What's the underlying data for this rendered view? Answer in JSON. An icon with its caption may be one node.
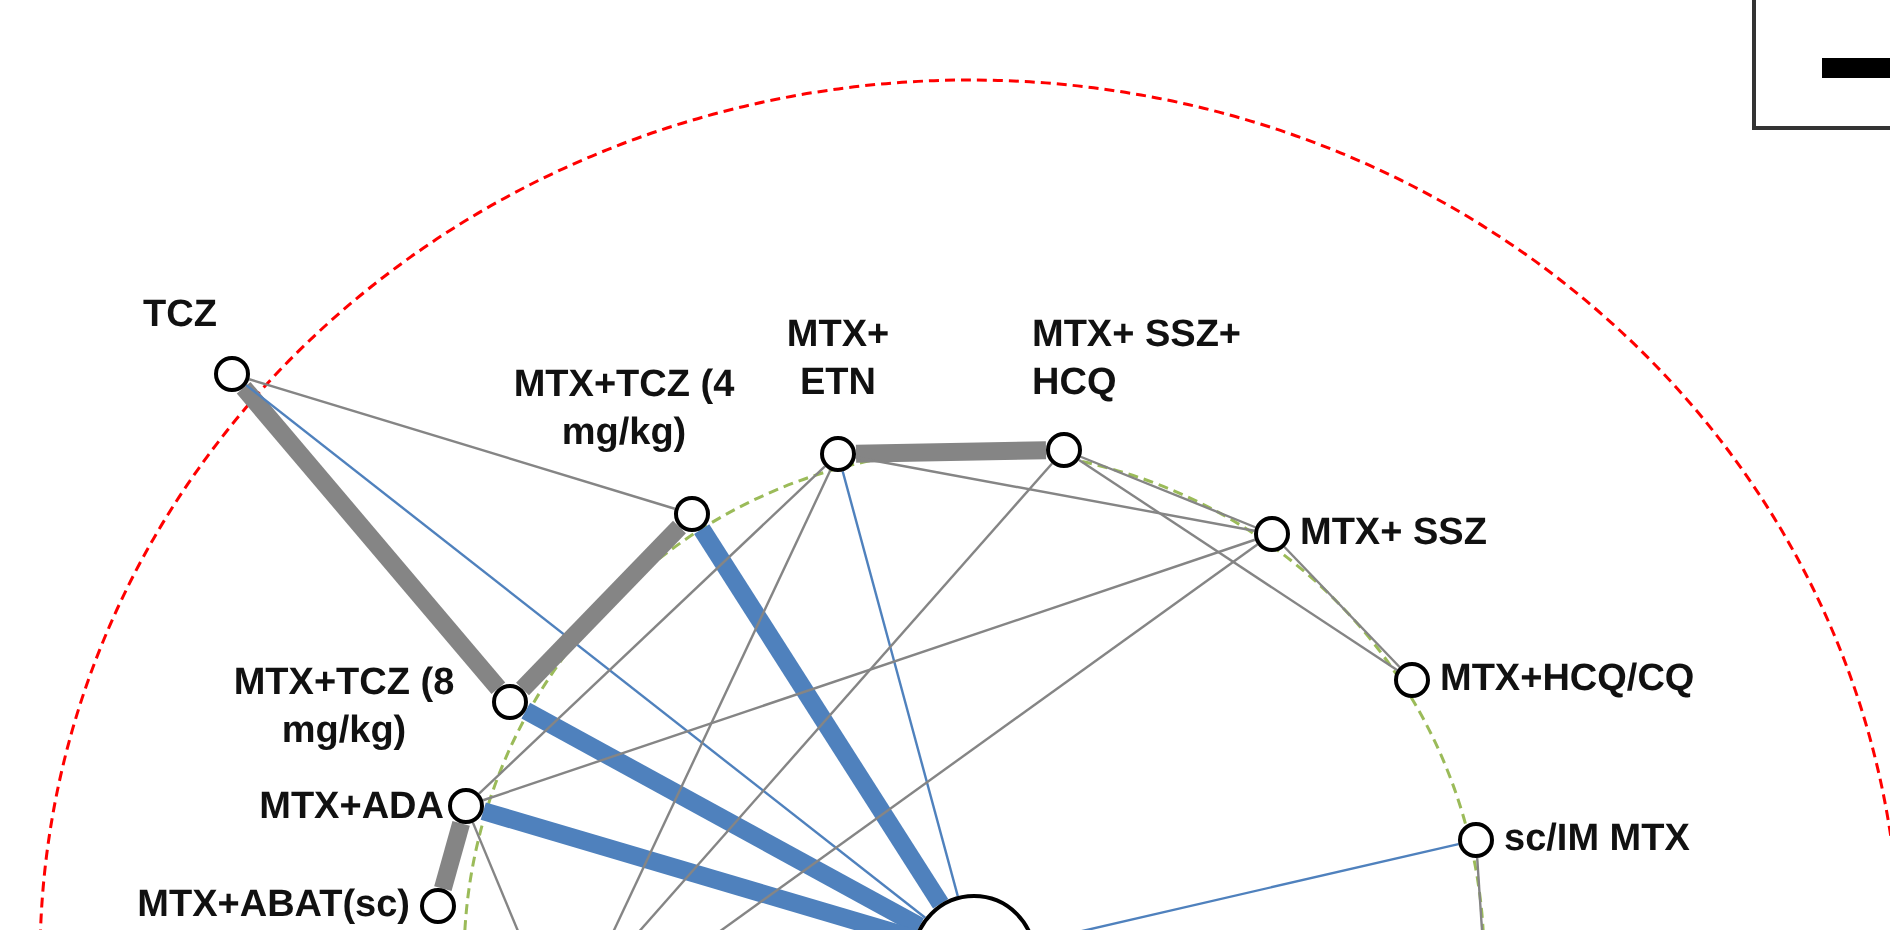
{
  "diagram": {
    "nodes": [
      {
        "text": [
          "TCZ"
        ]
      },
      {
        "text": [
          "MTX+TCZ (4 mg/kg)"
        ]
      },
      {
        "text": [
          "MTX+ ETN"
        ]
      },
      {
        "text": [
          "MTX+ SSZ+ HCQ"
        ]
      },
      {
        "text": [
          "MTX+ SSZ"
        ]
      },
      {
        "text": [
          "MTX+HCQ/CQ"
        ]
      },
      {
        "text": [
          "sc/IM MTX"
        ]
      },
      {
        "text": [
          "MTX+TCZ (8 mg/kg)"
        ]
      },
      {
        "text": [
          "MTX+ADA"
        ]
      },
      {
        "text": [
          "MTX+ABAT(sc)"
        ]
      },
      {
        "text": [],
        "shape": "circle"
      }
    ],
    "edges": [
      {
        "from": 0,
        "to": 7,
        "arrow": "none",
        "style": "thick"
      },
      {
        "from": 0,
        "to": 1,
        "arrow": "none"
      },
      {
        "from": 0,
        "to": 10,
        "arrow": "none",
        "color": "#4f81bd"
      },
      {
        "from": 7,
        "to": 1,
        "arrow": "none",
        "style": "thick"
      },
      {
        "from": 1,
        "to": 10,
        "arrow": "none",
        "style": "thick",
        "color": "#4f81bd"
      },
      {
        "from": 7,
        "to": 10,
        "arrow": "none",
        "style": "thick",
        "color": "#4f81bd"
      },
      {
        "from": 8,
        "to": 10,
        "arrow": "none",
        "style": "thick",
        "color": "#4f81bd"
      },
      {
        "from": 2,
        "to": 3,
        "arrow": "none",
        "style": "thick"
      },
      {
        "from": 2,
        "to": 10,
        "arrow": "none",
        "color": "#4f81bd"
      },
      {
        "from": 3,
        "to": 4,
        "arrow": "none"
      },
      {
        "from": 3,
        "to": 5,
        "arrow": "none"
      },
      {
        "from": 2,
        "to": 4,
        "arrow": "none"
      },
      {
        "from": 4,
        "to": 5,
        "arrow": "none"
      },
      {
        "from": 8,
        "to": 4,
        "arrow": "none"
      },
      {
        "from": 8,
        "to": 2,
        "arrow": "none"
      },
      {
        "from": 6,
        "to": 10,
        "arrow": "none",
        "color": "#4f81bd"
      },
      {
        "from": 8,
        "to": 9,
        "arrow": "none",
        "style": "thick"
      },
      {
        "from": 3,
        "to": null,
        "arrow": "none"
      },
      {
        "from": 4,
        "to": null,
        "arrow": "none"
      },
      {
        "from": 2,
        "to": null,
        "arrow": "none"
      },
      {
        "from": 8,
        "to": null,
        "arrow": "none"
      },
      {
        "from": 6,
        "to": null,
        "arrow": "none"
      }
    ]
  }
}
